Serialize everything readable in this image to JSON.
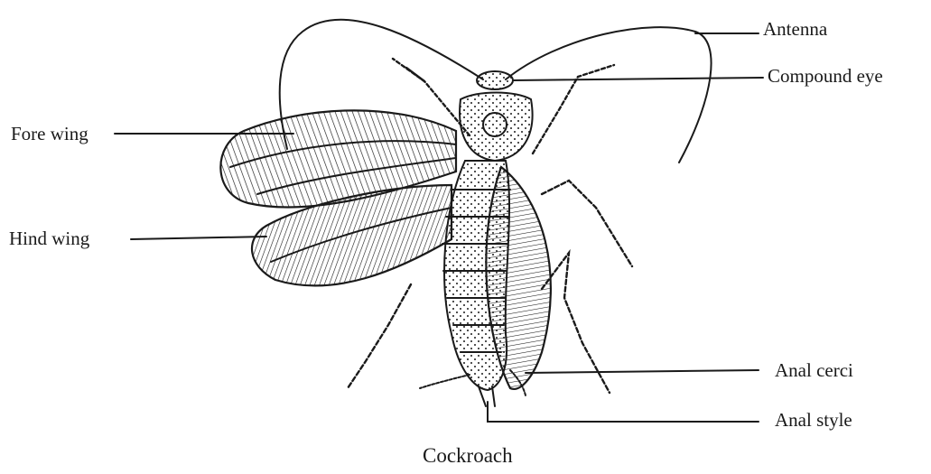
{
  "labels": {
    "antenna": "Antenna",
    "compound_eye": "Compound eye",
    "fore_wing": "Fore wing",
    "hind_wing": "Hind wing",
    "anal_cerci": "Anal cerci",
    "anal_style": "Anal style"
  },
  "caption": "Cockroach",
  "colors": {
    "ink": "#1a1a1a",
    "background": "#ffffff"
  }
}
